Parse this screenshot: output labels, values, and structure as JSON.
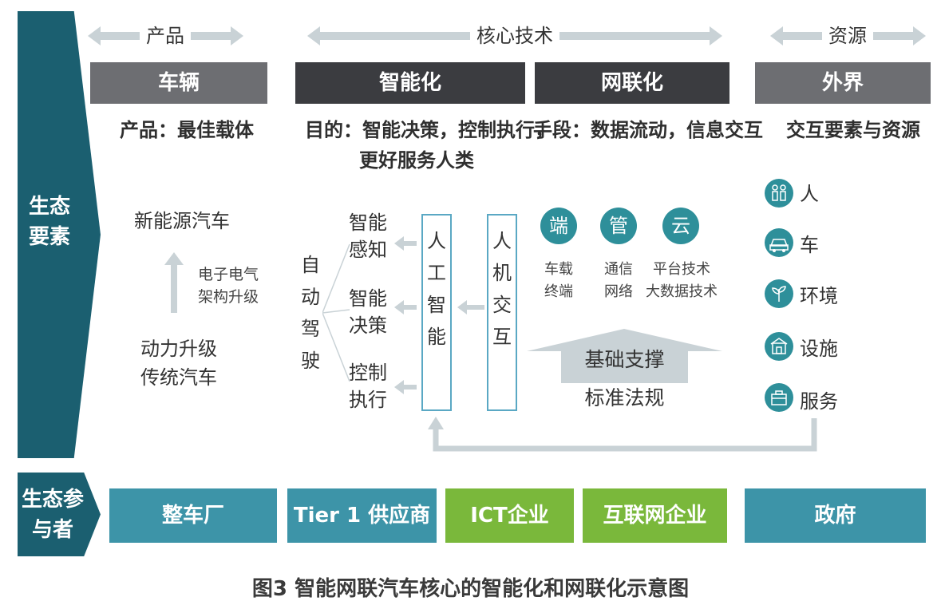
{
  "left": {
    "ecosystem_elements": [
      "生态",
      "要素"
    ],
    "ecosystem_participants": [
      "生态参",
      "与者"
    ]
  },
  "headers": {
    "product": "产品",
    "core_tech": "核心技术",
    "resources": "资源"
  },
  "bars": {
    "vehicle": "车辆",
    "intelligent": "智能化",
    "networked": "网联化",
    "external": "外界"
  },
  "subheads": {
    "product": "产品：最佳载体",
    "purpose_line1": "目的：智能决策，控制执行，",
    "purpose_line2": "更好服务人类",
    "means": "手段：数据流动，信息交互",
    "interaction": "交互要素与资源"
  },
  "product_col": {
    "nev": "新能源汽车",
    "ee_line1": "电子电气",
    "ee_line2": "架构升级",
    "power_upgrade": "动力升级",
    "traditional": "传统汽车"
  },
  "autodrive": {
    "label": [
      "自",
      "动",
      "驾",
      "驶"
    ],
    "perception": [
      "智能",
      "感知"
    ],
    "decision": [
      "智能",
      "决策"
    ],
    "control": [
      "控制",
      "执行"
    ]
  },
  "ai_box": [
    "人",
    "工",
    "智",
    "能"
  ],
  "hmi_box": [
    "人",
    "机",
    "交",
    "互"
  ],
  "network": {
    "nodes": [
      {
        "char": "端",
        "label1": "车载",
        "label2": "终端"
      },
      {
        "char": "管",
        "label1": "通信",
        "label2": "网络"
      },
      {
        "char": "云",
        "label1": "平台技术",
        "label2": "大数据技术"
      }
    ],
    "foundation": "基础支撑",
    "standards": "标准法规"
  },
  "resources": [
    {
      "icon": "people-icon",
      "label": "人"
    },
    {
      "icon": "car-icon",
      "label": "车"
    },
    {
      "icon": "sprout-icon",
      "label": "环境"
    },
    {
      "icon": "building-icon",
      "label": "设施"
    },
    {
      "icon": "briefcase-icon",
      "label": "服务"
    }
  ],
  "participants": {
    "oem": "整车厂",
    "tier1": "Tier 1 供应商",
    "ict": "ICT企业",
    "internet": "互联网企业",
    "government": "政府"
  },
  "caption": "图3 智能网联汽车核心的智能化和网联化示意图",
  "colors": {
    "chevron": "#1b5f70",
    "bar_grey": "#6d6e72",
    "bar_dark": "#3b3c40",
    "teal": "#3d94a8",
    "green": "#7ab83b",
    "circle": "#2e8f9a",
    "box_border": "#5aa8c4",
    "arrow": "#c9d2d6"
  }
}
